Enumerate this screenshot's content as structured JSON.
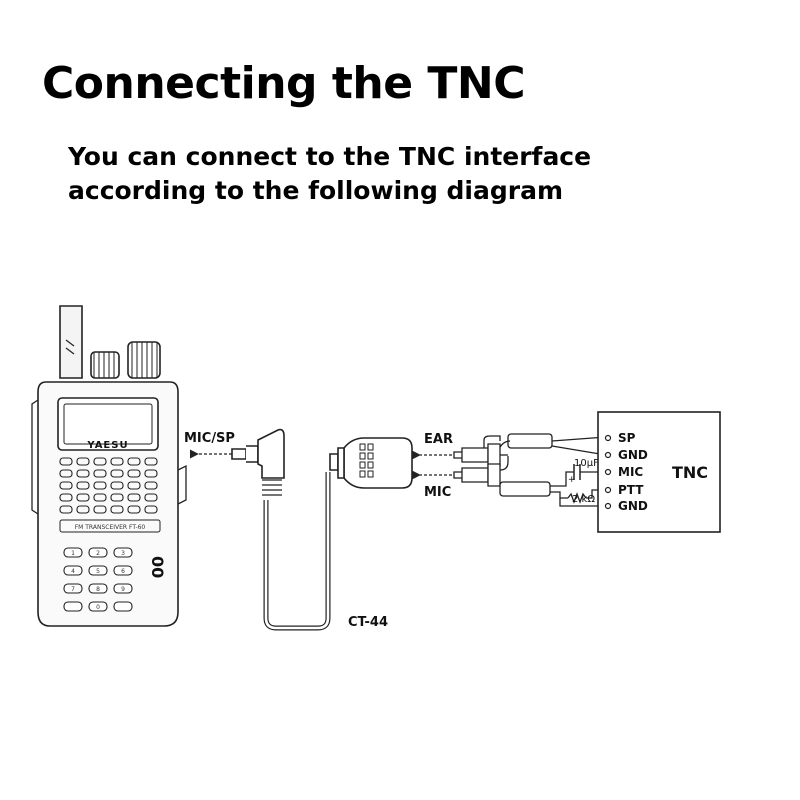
{
  "header": {
    "title": "Connecting the TNC",
    "subtitle_line1": "You can connect to the TNC interface",
    "subtitle_line2": "according to the following diagram"
  },
  "radio": {
    "brand": "YAESU",
    "model_text": "FM TRANSCEIVER  FT-60",
    "volume_digits": "00",
    "key_labels": [
      "1",
      "2",
      "3",
      "4",
      "5",
      "6",
      "7",
      "8",
      "9",
      "0"
    ]
  },
  "labels": {
    "mic_sp": "MIC/SP",
    "ear": "EAR",
    "mic": "MIC",
    "cable": "CT-44",
    "capacitor": "10µF",
    "resistor": "2 kΩ"
  },
  "tnc": {
    "name": "TNC",
    "pins": [
      "SP",
      "GND",
      "MIC",
      "PTT",
      "GND"
    ]
  }
}
